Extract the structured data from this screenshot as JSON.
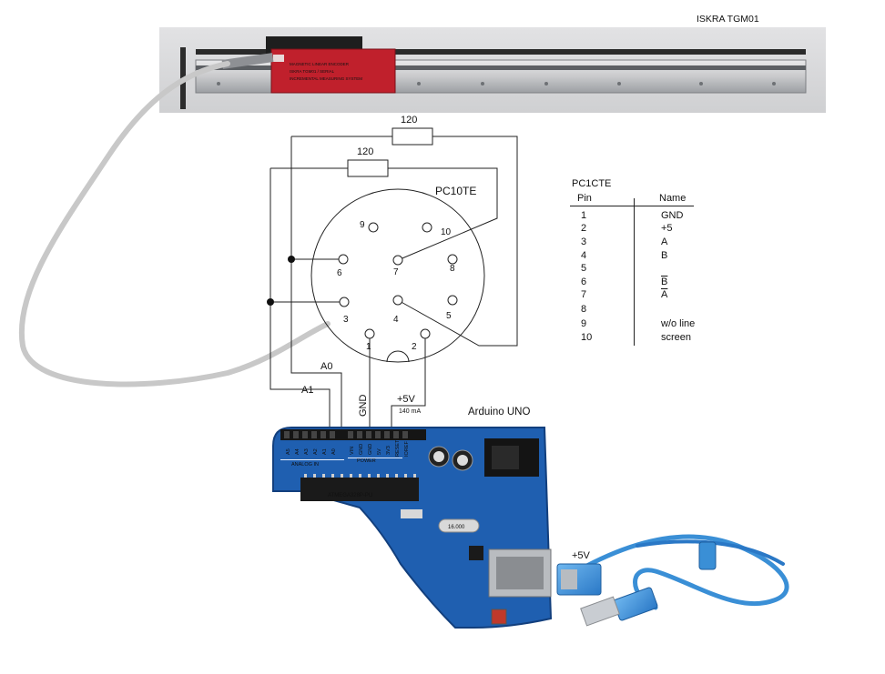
{
  "encoder": {
    "title": "ISKRA TGM01",
    "head_label_lines": [
      "MAGNETIC LINEAR ENCODER",
      "ISKRA TGM01 / SERIAL",
      "INCREMENTAL MEASURING SYSTEM"
    ]
  },
  "connector": {
    "title": "PC10TE",
    "pins": [
      "1",
      "2",
      "3",
      "4",
      "5",
      "6",
      "7",
      "8",
      "9",
      "10"
    ]
  },
  "resistors": {
    "top_value": "120",
    "mid_value": "120"
  },
  "signals": {
    "a0": "A0",
    "a1": "A1",
    "gnd": "GND",
    "plus5v": "+5V",
    "current": "140 mA"
  },
  "arduino": {
    "title": "Arduino UNO",
    "header_labels": [
      "A5",
      "A4",
      "A3",
      "A2",
      "A1",
      "A0",
      "VIN",
      "GND",
      "GND",
      "5V",
      "3V3",
      "RESET",
      "IOREF"
    ],
    "section_analog": "ANALOG IN",
    "section_power": "POWER",
    "chip_text": "ATMEGA328P-PU",
    "crystal_text": "16.000"
  },
  "usb": {
    "label": "+5V"
  },
  "pin_table": {
    "caption": "PC1CTE",
    "col_pin": "Pin",
    "col_name": "Name",
    "rows": [
      {
        "pin": "1",
        "name": "GND",
        "overline": false
      },
      {
        "pin": "2",
        "name": "+5",
        "overline": false
      },
      {
        "pin": "3",
        "name": "A",
        "overline": false
      },
      {
        "pin": "4",
        "name": "B",
        "overline": false
      },
      {
        "pin": "5",
        "name": "",
        "overline": false
      },
      {
        "pin": "6",
        "name": "B",
        "overline": true
      },
      {
        "pin": "7",
        "name": "A",
        "overline": true
      },
      {
        "pin": "8",
        "name": "",
        "overline": false
      },
      {
        "pin": "9",
        "name": "w/o line",
        "overline": false
      },
      {
        "pin": "10",
        "name": "screen",
        "overline": false
      }
    ]
  },
  "colors": {
    "board_blue": "#1f5fb0",
    "board_dark": "#123f7d",
    "encoder_red": "#c0202c",
    "cable_gray": "#c8c8c8",
    "usb_cable_blue": "#3a8fd6",
    "wire": "#222222"
  }
}
